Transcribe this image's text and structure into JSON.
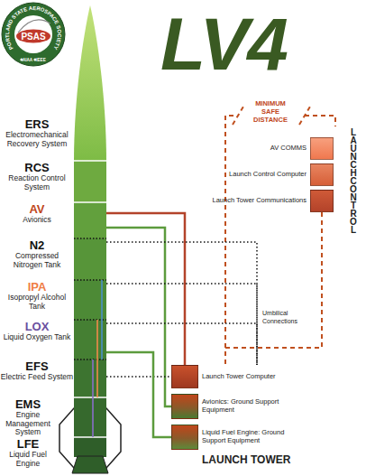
{
  "diagram": {
    "title": "LV4",
    "nodes": [
      {
        "text": [
          "ERS",
          "Electromechanical Recovery System"
        ]
      },
      {
        "text": [
          "RCS",
          "Reaction Control System"
        ]
      },
      {
        "text": [
          "AV",
          "Avionics"
        ]
      },
      {
        "text": [
          "N2",
          "Compressed Nitrogen Tank"
        ]
      },
      {
        "text": [
          "IPA",
          "Isopropyl Alcohol Tank"
        ]
      },
      {
        "text": [
          "LOX",
          "Liquid Oxygen Tank"
        ]
      },
      {
        "text": [
          "EFS",
          "Electric Feed System"
        ]
      },
      {
        "text": [
          "EMS",
          "Engine Management System"
        ]
      },
      {
        "text": [
          "LFE",
          "Liquid Fuel Engine"
        ]
      },
      {
        "text": [
          "LAUNCH CONTROL"
        ]
      },
      {
        "text": [
          "AV COMMS"
        ],
        "in": 9
      },
      {
        "text": [
          "Launch Control Computer"
        ],
        "in": 9
      },
      {
        "text": [
          "Launch Tower Communications"
        ],
        "in": 9
      },
      {
        "text": [
          "LAUNCH TOWER"
        ]
      },
      {
        "text": [
          "Launch Tower Computer"
        ],
        "in": 13
      },
      {
        "text": [
          "Avionics: Ground Support Equipment"
        ],
        "in": 13
      },
      {
        "text": [
          "Liquid Fuel Engine: Ground Support Equipment"
        ],
        "in": 13
      }
    ],
    "edges": [
      {
        "from": 2,
        "to": 14,
        "arrow": "none"
      },
      {
        "from": 2,
        "to": 15,
        "arrow": "none"
      },
      {
        "from": 3,
        "to": 14,
        "arrow": "none"
      },
      {
        "from": 4,
        "to": 14,
        "arrow": "none"
      },
      {
        "from": 5,
        "to": 14,
        "arrow": "none"
      },
      {
        "from": 6,
        "to": 14,
        "arrow": "none"
      },
      {
        "from": 5,
        "to": 16,
        "arrow": "none"
      },
      {
        "from": 3,
        "to": 6,
        "arrow": "none"
      },
      {
        "from": 4,
        "to": 7,
        "arrow": "none"
      },
      {
        "from": 5,
        "to": 8,
        "arrow": "none"
      },
      {
        "from": 12,
        "to": 14,
        "arrow": "none"
      }
    ],
    "labels": [
      "PORTLAND STATE AEROSPACE SOCIETY",
      "PSAS",
      "AIAA",
      "IEEE",
      "MINIMUM SAFE DISTANCE",
      "Umbilical Connections"
    ]
  }
}
